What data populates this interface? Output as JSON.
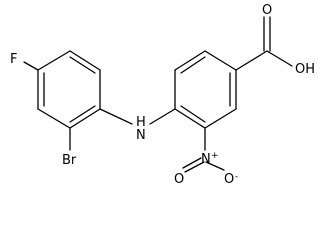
{
  "molecule": {
    "atoms": {
      "fluorine": "F",
      "bromine": "Br",
      "amine": "H",
      "amine_n": "N",
      "nitro_n": "N",
      "nitro_plus": "+",
      "nitro_o": "O",
      "nitro_minus": "-",
      "carbonyl_o": "O",
      "hydroxyl": "OH"
    },
    "colors": {
      "line": "#000000",
      "background": "#ffffff"
    }
  }
}
